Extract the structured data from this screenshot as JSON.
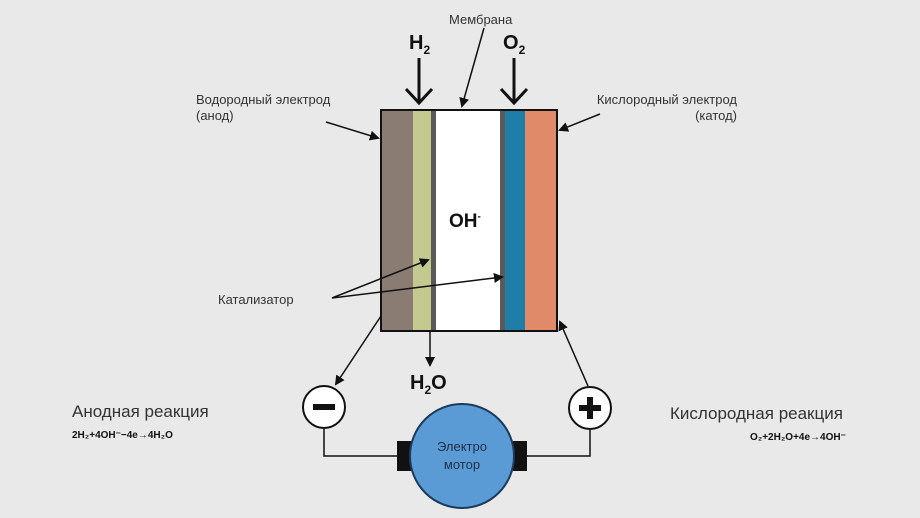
{
  "labels": {
    "membrane": "Мембрана",
    "h2": "H",
    "h2_sub": "2",
    "o2": "O",
    "o2_sub": "2",
    "anode_line1": "Водородный электрод",
    "anode_line2": "(анод)",
    "cathode_line1": "Кислородный электрод",
    "cathode_line2": "(катод)",
    "ion": "OH",
    "ion_sup": "-",
    "catalyst": "Катализатор",
    "water": "H",
    "water_sub": "2",
    "water_tail": "O",
    "minus": "−",
    "plus": "+",
    "motor_line1": "Электро",
    "motor_line2": "мотор"
  },
  "anode_reaction": {
    "title": "Анодная реакция",
    "equation": "2H₂+4OH⁻−4e→4H₂O"
  },
  "cathode_reaction": {
    "title": "Кислородная реакция",
    "equation": "O₂+2H₂O+4e→4OH⁻"
  },
  "colors": {
    "background": "#e9e9e9",
    "anode_layer": "#8a7b73",
    "anode_catalyst": "#c4c990",
    "membrane_gap": "#ffffff",
    "separator": "#5a5a5a",
    "cathode_catalyst": "#1f7ea8",
    "cathode_layer": "#e08a6a",
    "motor_fill": "#5b9bd5",
    "motor_stroke": "#1c3a5e"
  }
}
